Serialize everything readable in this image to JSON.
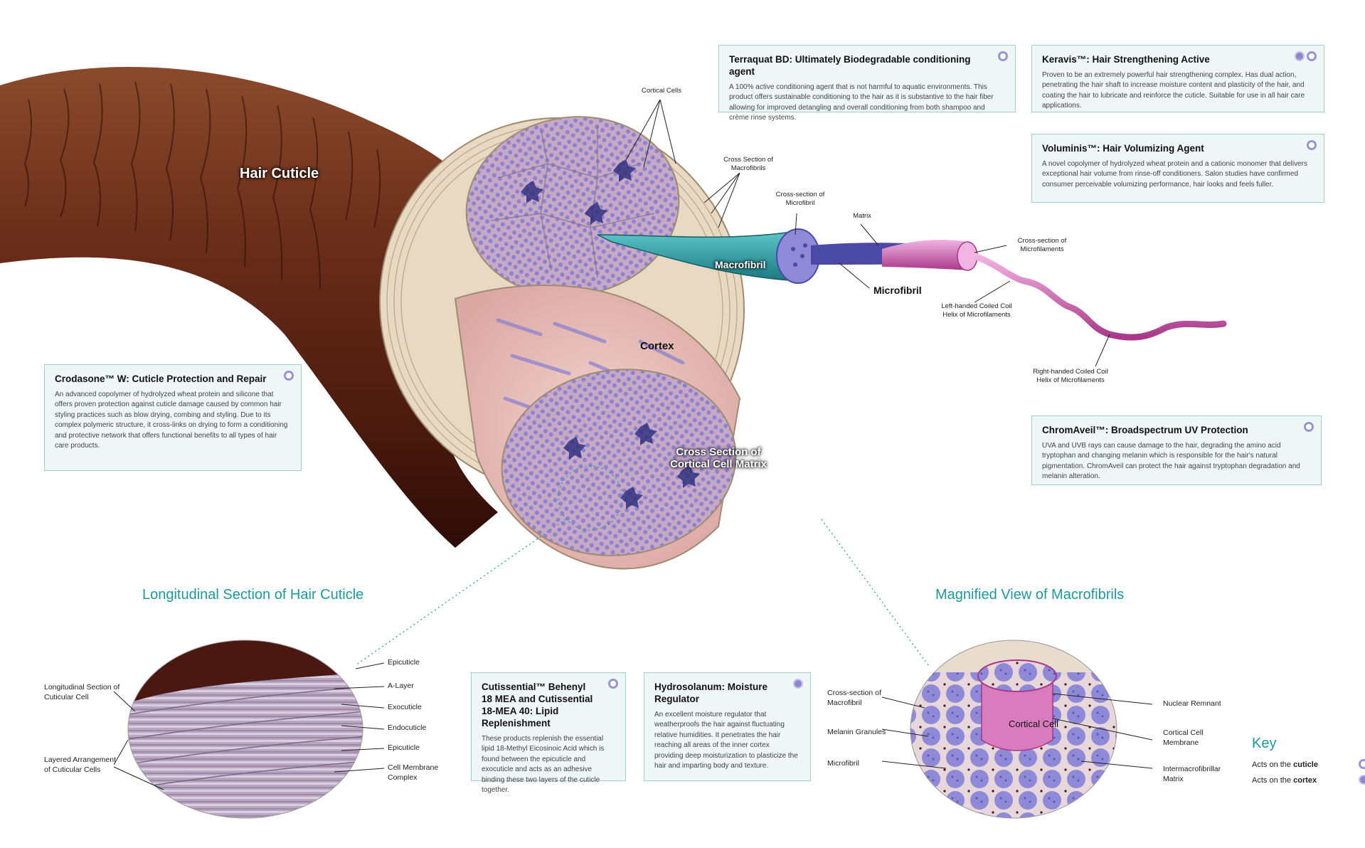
{
  "boxes": {
    "terraquat": {
      "title": "Terraquat BD: Ultimately Biodegradable conditioning agent",
      "body": "A 100% active conditioning agent that is not harmful to aquatic environments. This product offers sustainable conditioning to the hair as it is substantive to the hair fiber allowing for improved detangling and overall conditioning from both shampoo and crème rinse systems.",
      "acts_on": "cuticle"
    },
    "keravis": {
      "title": "Keravis™: Hair Strengthening Active",
      "body": "Proven to be an extremely powerful hair strengthening complex. Has dual action, penetrating the hair shaft to increase moisture content and plasticity of the hair, and coating the hair to lubricate and reinforce the cuticle. Suitable for use in all hair care applications.",
      "acts_on": "cortex and cuticle"
    },
    "voluminis": {
      "title": "Voluminis™: Hair Volumizing Agent",
      "body": "A novel copolymer of hydrolyzed wheat protein and a cationic monomer that delivers exceptional hair volume from rinse-off conditioners. Salon studies have confirmed consumer perceivable volumizing performance, hair looks and feels fuller.",
      "acts_on": "cuticle"
    },
    "crodasone": {
      "title": "Crodasone™ W: Cuticle Protection and Repair",
      "body": "An advanced copolymer of hydrolyzed wheat protein and silicone that offers proven protection against cuticle damage caused by common hair styling practices such as blow drying, combing and styling. Due to its complex polymeric structure, it cross-links on drying to form a conditioning and protective network that offers functional benefits to all types of hair care products.",
      "acts_on": "cuticle"
    },
    "chromaveil": {
      "title": "ChromAveil™: Broadspectrum UV Protection",
      "body": "UVA and UVB rays can cause damage to the hair, degrading the amino acid tryptophan and changing melanin which is responsible for the hair's natural pigmentation. ChromAveil can protect the hair against tryptophan degradation and melanin alteration.",
      "acts_on": "cuticle"
    },
    "cutissential": {
      "title": "Cutissential™ Behenyl 18 MEA and Cutissential 18-MEA 40: Lipid Replenishment",
      "body": "These products replenish the essential lipid 18-Methyl Eicosinoic Acid which is found between the epicuticle and exocuticle and acts as an adhesive binding these two layers of the cuticle together.",
      "acts_on": "cuticle"
    },
    "hydrosolanum": {
      "title": "Hydrosolanum: Moisture Regulator",
      "body": "An excellent moisture regulator that weatherproofs the hair against fluctuating relative humidities. It penetrates the hair reaching all areas of the inner cortex providing deep moisturization to plasticize the hair and imparting body and texture.",
      "acts_on": "cortex"
    }
  },
  "main_labels": {
    "hair_cuticle": "Hair Cuticle",
    "cortex": "Cortex",
    "cross_section_matrix": "Cross Section of Cortical Cell Matrix",
    "macrofibril": "Macrofibril",
    "microfibril": "Microfibril",
    "cortical_cells": "Cortical Cells",
    "cross_section_macrofibrils": "Cross Section of Macrofibrils",
    "cross_section_microfibril": "Cross-section of Microfibril",
    "matrix": "Matrix",
    "cross_section_microfilaments": "Cross-section of Microfilaments",
    "left_helix": "Left-handed Coiled Coil Helix of Microfilaments",
    "right_helix": "Right-handed Coiled Coil Helix of Microfilaments"
  },
  "longitudinal": {
    "title": "Longitudinal Section of Hair Cuticle",
    "left_labels": [
      "Longitudinal Section of Cuticular Cell",
      "Layered Arrangement of Cuticular Cells"
    ],
    "right_labels": [
      "Epicuticle",
      "A-Layer",
      "Exocuticle",
      "Endocuticle",
      "Epicuticle",
      "Cell Membrane Complex"
    ]
  },
  "magnified": {
    "title": "Magnified View of Macrofibrils",
    "center_label": "Cortical Cell",
    "left_labels": [
      "Cross-section of Macrofibril",
      "Melanin Granules",
      "Microfibril"
    ],
    "right_labels": [
      "Nuclear Remnant",
      "Cortical Cell Membrane",
      "Intermacrofibrillar Matrix"
    ]
  },
  "key": {
    "title": "Key",
    "cuticle_prefix": "Acts on the",
    "cuticle_word": "cuticle",
    "cortex_prefix": "Acts on the",
    "cortex_word": "cortex"
  },
  "colors": {
    "accent": "#1b9a9a",
    "box_bg": "#eef6f6",
    "box_border": "#9fd0d0",
    "cuticle_dot": "#9a93d4",
    "cortex_dot": "#8f86cc",
    "hair_brown": "#6b2e1a",
    "cortex_pink": "#e9c5c0",
    "cell_purple": "#8b83cf",
    "macrofibril_teal": "#2a9aa4",
    "microfibril_blue": "#4a49a6",
    "helix_pink": "#c45aa6"
  }
}
